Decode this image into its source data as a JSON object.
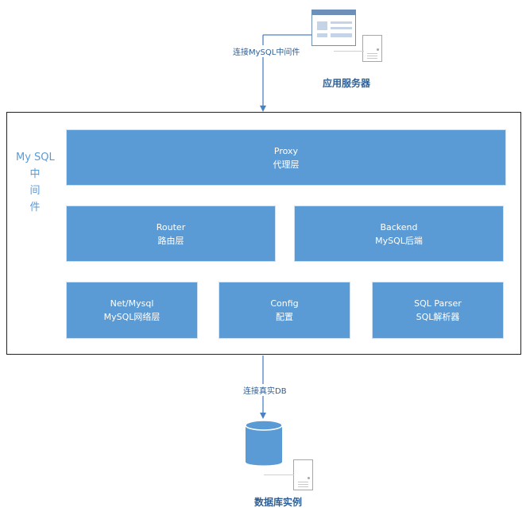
{
  "top_server": {
    "caption": "应用服务器",
    "icon": "application-window-icon"
  },
  "connection_top": {
    "label": "连接MySQL中间件"
  },
  "middleware": {
    "title": "My SQL",
    "title_chars": [
      "中",
      "间",
      "件"
    ],
    "rows": [
      [
        {
          "name": "Proxy",
          "subtitle": "代理层"
        }
      ],
      [
        {
          "name": "Router",
          "subtitle": "路由层"
        },
        {
          "name": "Backend",
          "subtitle": "MySQL后端"
        }
      ],
      [
        {
          "name": "Net/Mysql",
          "subtitle": "MySQL网络层"
        },
        {
          "name": "Config",
          "subtitle": "配置"
        },
        {
          "name": "SQL Parser",
          "subtitle": "SQL解析器"
        }
      ]
    ]
  },
  "connection_bottom": {
    "label": "连接真实DB"
  },
  "database": {
    "caption": "数据库实例",
    "icon": "database-icon"
  },
  "colors": {
    "box": "#5b9bd5",
    "text_blue": "#2f5f94",
    "line_blue": "#4a83c3"
  }
}
